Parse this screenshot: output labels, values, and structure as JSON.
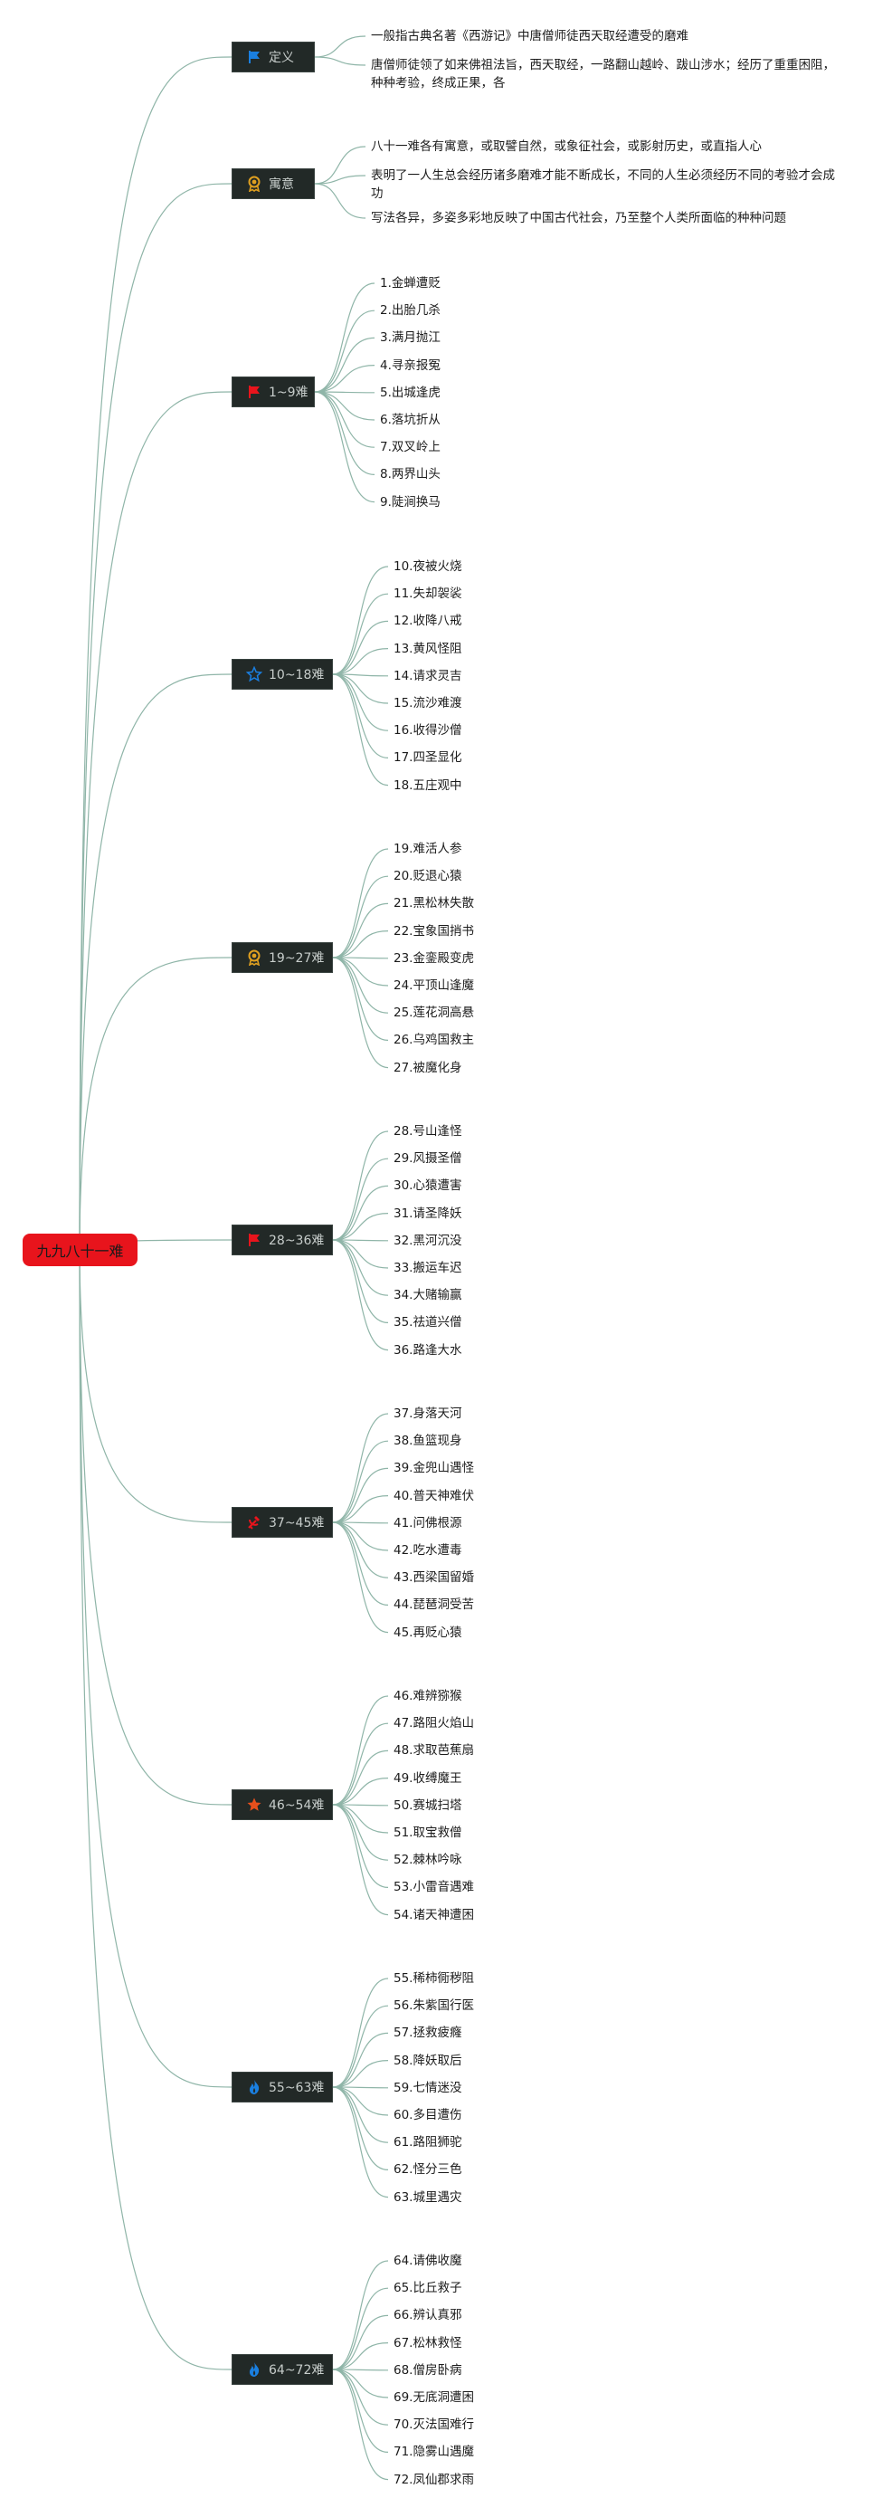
{
  "root": {
    "label": "九九八十一难"
  },
  "branches": [
    {
      "icon": "flag-icon",
      "color": "#1a7fe0",
      "label": "定义",
      "leaves": [
        "一般指古典名著《西游记》中唐僧师徒西天取经遭受的磨难",
        "唐僧师徒领了如来佛祖法旨，西天取经，一路翻山越岭、跋山涉水；经历了重重困阻，种种考验，终成正果，各"
      ]
    },
    {
      "icon": "award-icon",
      "color": "#e0a020",
      "label": "寓意",
      "leaves": [
        "八十一难各有寓意，或取譬自然，或象征社会，或影射历史，或直指人心",
        "表明了一人生总会经历诸多磨难才能不断成长，不同的人生必须经历不同的考验才会成功",
        "写法各异，多姿多彩地反映了中国古代社会，乃至整个人类所面临的种种问题"
      ]
    },
    {
      "icon": "flag-icon",
      "color": "#e8141c",
      "label": "1~9难",
      "leaves": [
        "1.金蝉遭贬",
        "2.出胎几杀",
        "3.满月抛江",
        "4.寻亲报冤",
        "5.出城逢虎",
        "6.落坑折从",
        "7.双叉岭上",
        "8.两界山头",
        "9.陡涧换马"
      ]
    },
    {
      "icon": "star-outline-icon",
      "color": "#1a7fe0",
      "label": "10~18难",
      "leaves": [
        "10.夜被火烧",
        "11.失却袈裟",
        "12.收降八戒",
        "13.黄风怪阻",
        "14.请求灵吉",
        "15.流沙难渡",
        "16.收得沙僧",
        "17.四圣显化",
        "18.五庄观中"
      ]
    },
    {
      "icon": "award-icon",
      "color": "#e0a020",
      "label": "19~27难",
      "leaves": [
        "19.难活人参",
        "20.贬退心猿",
        "21.黑松林失散",
        "22.宝象国捎书",
        "23.金銮殿变虎",
        "24.平顶山逢魔",
        "25.莲花洞高悬",
        "26.乌鸡国救主",
        "27.被魔化身"
      ]
    },
    {
      "icon": "flag-icon",
      "color": "#e8141c",
      "label": "28~36难",
      "leaves": [
        "28.号山逢怪",
        "29.风摄圣僧",
        "30.心猿遭害",
        "31.请圣降妖",
        "32.黑河沉没",
        "33.搬运车迟",
        "34.大赌输赢",
        "35.祛道兴僧",
        "36.路逢大水"
      ]
    },
    {
      "icon": "hammer-sickle-icon",
      "color": "#e8141c",
      "label": "37~45难",
      "leaves": [
        "37.身落天河",
        "38.鱼篮现身",
        "39.金兜山遇怪",
        "40.普天神难伏",
        "41.问佛根源",
        "42.吃水遭毒",
        "43.西梁国留婚",
        "44.琵琶洞受苦",
        "45.再贬心猿"
      ]
    },
    {
      "icon": "star-filled-icon",
      "color": "#e8501c",
      "label": "46~54难",
      "leaves": [
        "46.难辨猕猴",
        "47.路阻火焰山",
        "48.求取芭蕉扇",
        "49.收缚魔王",
        "50.赛城扫塔",
        "51.取宝救僧",
        "52.棘林吟咏",
        "53.小雷音遇难",
        "54.诸天神遭困"
      ]
    },
    {
      "icon": "fire-icon",
      "color": "#1a7fe0",
      "label": "55~63难",
      "leaves": [
        "55.稀柿衕秽阻",
        "56.朱紫国行医",
        "57.拯救疲癃",
        "58.降妖取后",
        "59.七情迷没",
        "60.多目遭伤",
        "61.路阻狮驼",
        "62.怪分三色",
        "63.城里遇灾"
      ]
    },
    {
      "icon": "fire-icon",
      "color": "#1a7fe0",
      "label": "64~72难",
      "leaves": [
        "64.请佛收魔",
        "65.比丘救子",
        "66.辨认真邪",
        "67.松林救怪",
        "68.僧房卧病",
        "69.无底洞遭困",
        "70.灭法国难行",
        "71.隐雾山遇魔",
        "72.凤仙郡求雨"
      ]
    }
  ]
}
